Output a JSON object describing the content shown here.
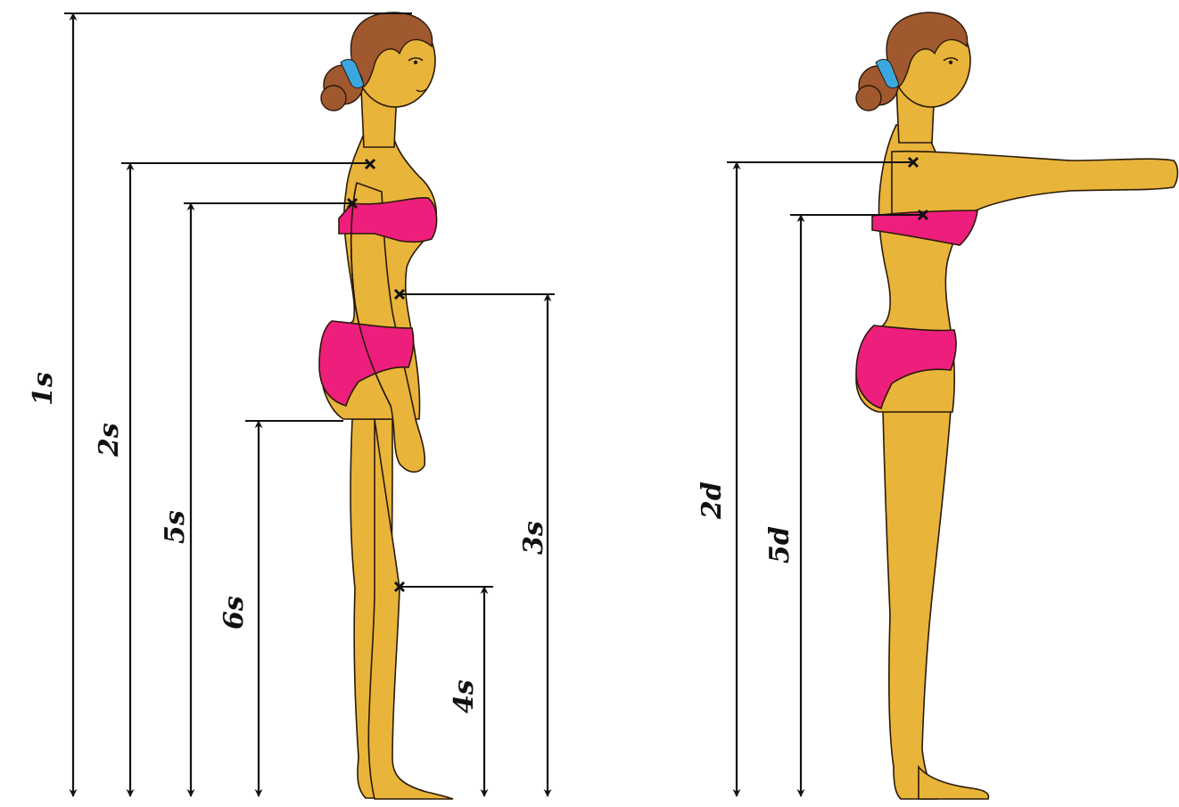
{
  "colors": {
    "skin": "#E8B43A",
    "outline": "#2a1a0a",
    "hair": "#A0582F",
    "hair_band": "#3BA7E0",
    "swimsuit": "#EE1E7C",
    "line": "#111111",
    "background": "#ffffff"
  },
  "figures": {
    "standing": {
      "pose": "standing side view, arms down",
      "measurements": [
        {
          "id": "1",
          "label": "1s",
          "landmark": "top-of-head"
        },
        {
          "id": "2",
          "label": "2s",
          "landmark": "shoulder-point"
        },
        {
          "id": "5",
          "label": "5s",
          "landmark": "armpit-point"
        },
        {
          "id": "3",
          "label": "3s",
          "landmark": "waist-point"
        },
        {
          "id": "6",
          "label": "6s",
          "landmark": "crotch-level"
        },
        {
          "id": "4",
          "label": "4s",
          "landmark": "knee-point"
        }
      ]
    },
    "reaching": {
      "pose": "standing side view, arms extended forward",
      "measurements": [
        {
          "id": "2",
          "label": "2d",
          "landmark": "shoulder-point"
        },
        {
          "id": "5",
          "label": "5d",
          "landmark": "armpit-point"
        }
      ]
    }
  }
}
